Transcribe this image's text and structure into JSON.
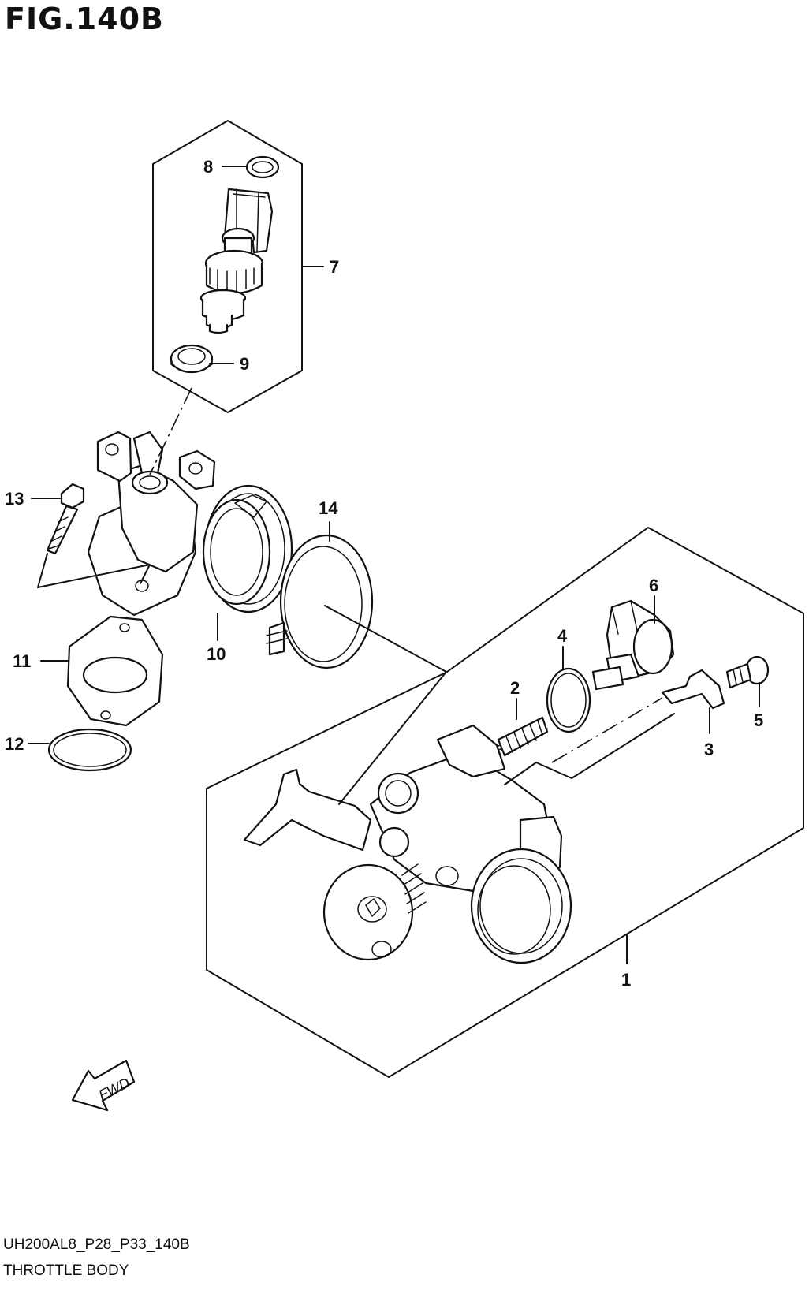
{
  "figure": {
    "title": "FIG.140B",
    "code": "UH200AL8_P28_P33_140B",
    "caption": "THROTTLE BODY"
  },
  "fwd_label": "FWD",
  "callouts": [
    {
      "id": "1",
      "label": "1"
    },
    {
      "id": "2",
      "label": "2"
    },
    {
      "id": "3",
      "label": "3"
    },
    {
      "id": "4",
      "label": "4"
    },
    {
      "id": "5",
      "label": "5"
    },
    {
      "id": "6",
      "label": "6"
    },
    {
      "id": "7",
      "label": "7"
    },
    {
      "id": "8",
      "label": "8"
    },
    {
      "id": "9",
      "label": "9"
    },
    {
      "id": "10",
      "label": "10"
    },
    {
      "id": "11",
      "label": "11"
    },
    {
      "id": "12",
      "label": "12"
    },
    {
      "id": "13",
      "label": "13"
    },
    {
      "id": "14",
      "label": "14"
    }
  ]
}
